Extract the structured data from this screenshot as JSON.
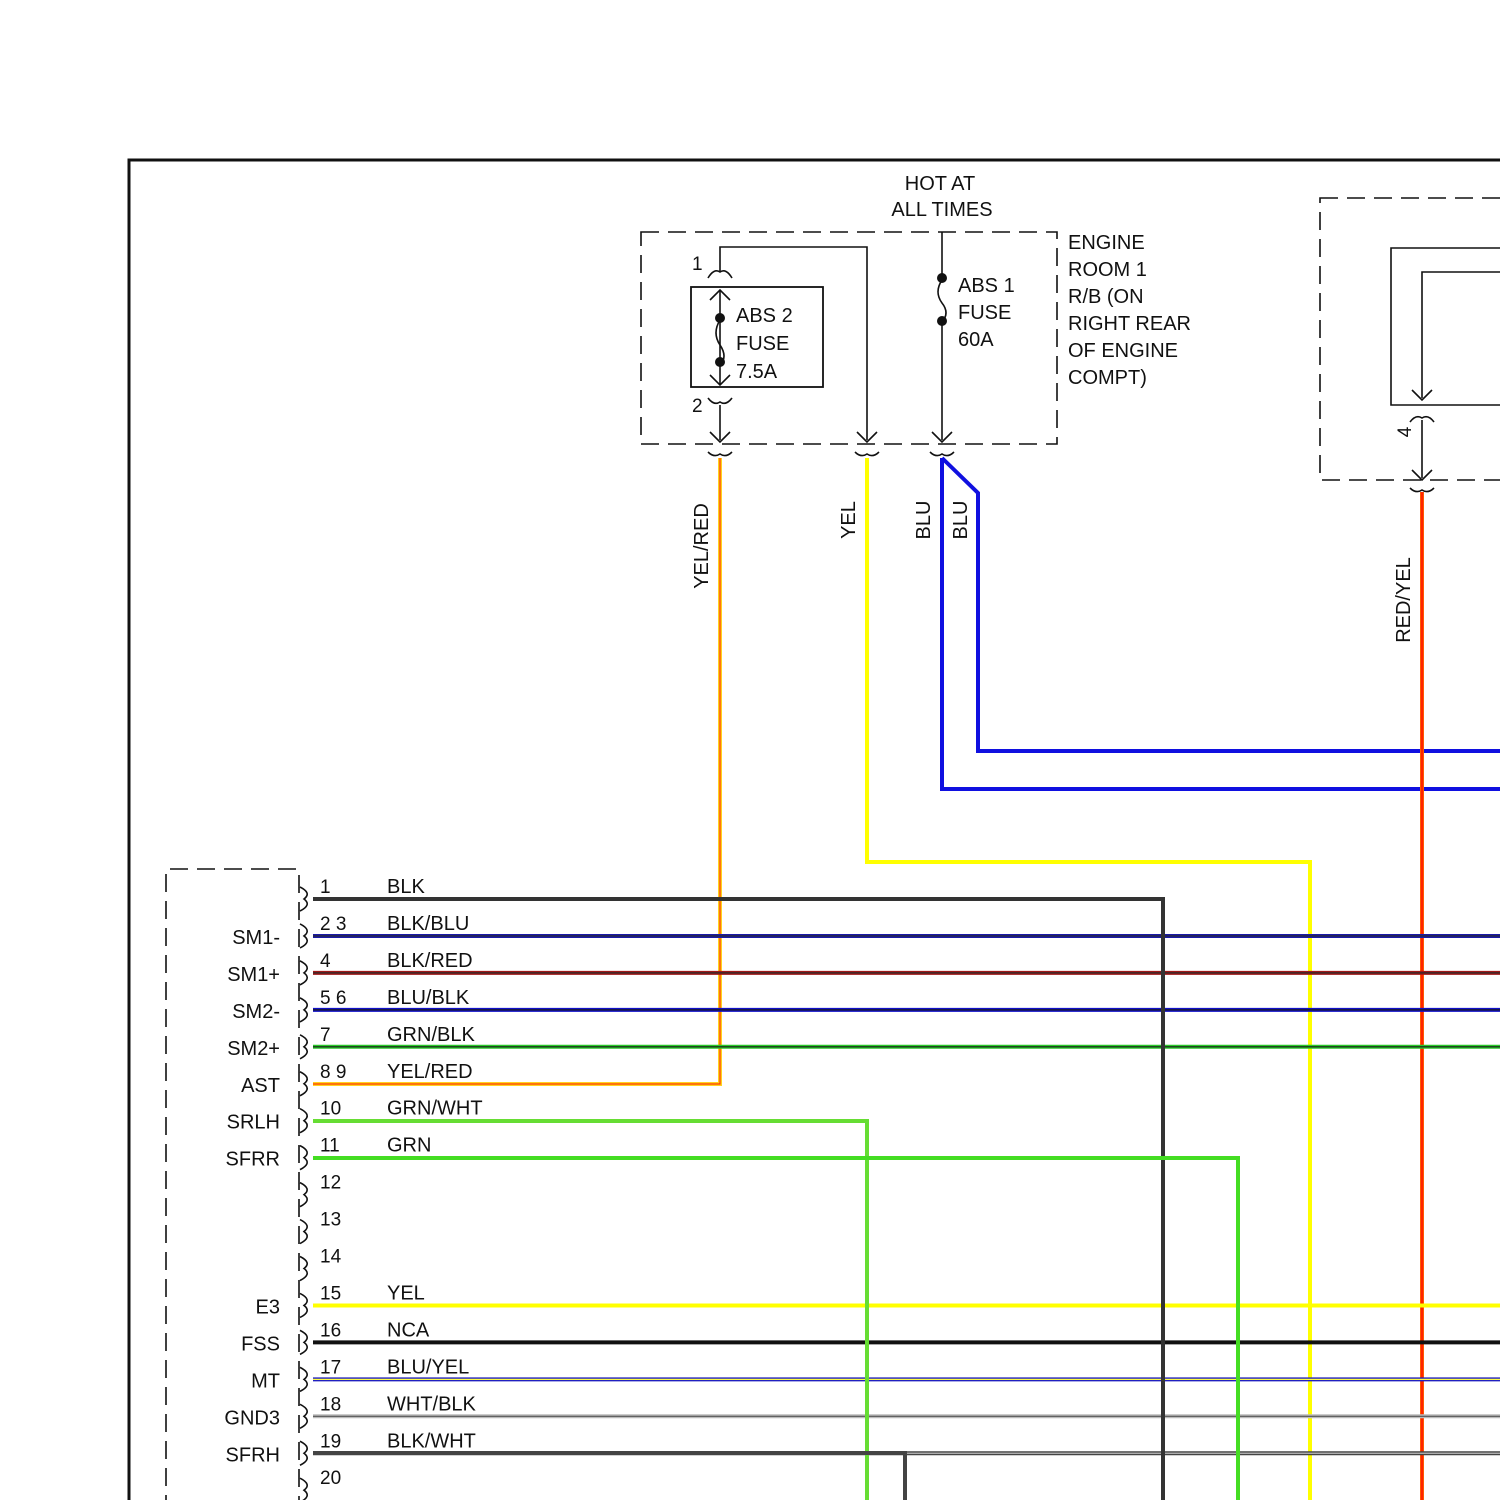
{
  "supply": {
    "hot_label_1": "HOT AT",
    "hot_label_2": "ALL TIMES"
  },
  "relay_box": {
    "name_lines": [
      "ENGINE",
      "ROOM 1",
      "R/B (ON",
      "RIGHT REAR",
      "OF ENGINE",
      "COMPT)"
    ],
    "abs2_fuse": {
      "lines": [
        "ABS 2",
        "FUSE",
        "7.5A"
      ],
      "pin_top": "1",
      "pin_bottom": "2"
    },
    "abs1_fuse": {
      "lines": [
        "ABS 1",
        "FUSE",
        "60A"
      ]
    }
  },
  "right_box": {
    "pin": "4"
  },
  "vertical_wires": [
    {
      "label": "YEL/RED",
      "color": "#ffd21e",
      "stripe": "#ff3b00"
    },
    {
      "label": "YEL",
      "color": "#ffff00"
    },
    {
      "label": "BLU",
      "color": "#1010e0"
    },
    {
      "label": "BLU",
      "color": "#1010e0"
    },
    {
      "label": "RED/YEL",
      "color": "#ff5a00",
      "stripe": "#ff0000"
    }
  ],
  "connector": {
    "signals": [
      "SM1-",
      "SM1+",
      "SM2-",
      "SM2+",
      "AST",
      "SRLH",
      "SFRR",
      "E3",
      "FSS",
      "MT",
      "GND3",
      "SFRH"
    ],
    "pins": [
      {
        "num": "1",
        "wire": "BLK",
        "color": "#333333"
      },
      {
        "num": "2 3",
        "wire": "BLK/BLU",
        "color": "#1a1aa8",
        "stripe": "#2a2a2a"
      },
      {
        "num": "4",
        "wire": "BLK/RED",
        "color": "#a01818",
        "stripe": "#2a2a2a"
      },
      {
        "num": "5 6",
        "wire": "BLU/BLK",
        "color": "#1010c8",
        "stripe": "#1a1a1a"
      },
      {
        "num": "7",
        "wire": "GRN/BLK",
        "color": "#28c828",
        "stripe": "#1a1a1a"
      },
      {
        "num": "8 9",
        "wire": "YEL/RED",
        "color": "#ffd21e",
        "stripe": "#ff3b00"
      },
      {
        "num": "10",
        "wire": "GRN/WHT",
        "color": "#66dd33",
        "stripe": "#dddddd"
      },
      {
        "num": "11",
        "wire": "GRN",
        "color": "#44dd22"
      },
      {
        "num": "12",
        "wire": "",
        "color": ""
      },
      {
        "num": "13",
        "wire": "",
        "color": ""
      },
      {
        "num": "14",
        "wire": "",
        "color": ""
      },
      {
        "num": "15",
        "wire": "YEL",
        "color": "#ffff00"
      },
      {
        "num": "16",
        "wire": "NCA",
        "color": "#111111"
      },
      {
        "num": "17",
        "wire": "BLU/YEL",
        "color": "#2020c0",
        "stripe": "#ffff44"
      },
      {
        "num": "18",
        "wire": "WHT/BLK",
        "color": "#bbbbbb",
        "stripe": "#555555"
      },
      {
        "num": "19",
        "wire": "BLK/WHT",
        "color": "#444444",
        "stripe": "#bbbbbb"
      },
      {
        "num": "20",
        "wire": "",
        "color": ""
      }
    ]
  }
}
